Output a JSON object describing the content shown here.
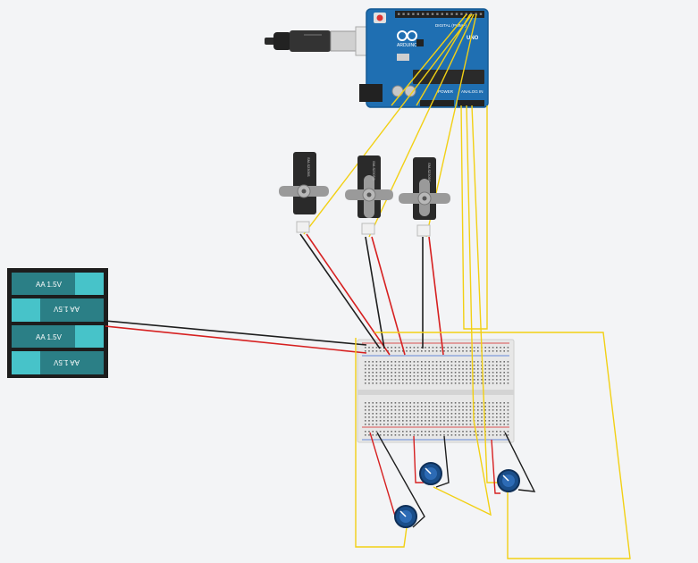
{
  "arduino": {
    "brand": "ARDUINO",
    "model": "UNO",
    "digital_label": "DIGITAL (PWM~)",
    "power_label": "POWER",
    "analog_label": "ANALOG IN"
  },
  "servos": [
    {
      "label": "SM-S2309S"
    },
    {
      "label": "SM-S2309S"
    },
    {
      "label": "SM-S2309S"
    }
  ],
  "battery": {
    "cells": [
      "AA 1.5V",
      "AA 1.5V",
      "AA 1.5V",
      "AA 1.5V"
    ]
  },
  "colors": {
    "background": "#f3f4f6",
    "board_blue": "#1f6fb2",
    "wire_yellow": "#f2d014",
    "wire_red": "#d62020",
    "wire_black": "#1e1e1e",
    "battery_teal": "#2b7f86",
    "battery_cap": "#47c3c9",
    "breadboard": "#e7e7e7",
    "pot_blue": "#1a4e8a"
  }
}
